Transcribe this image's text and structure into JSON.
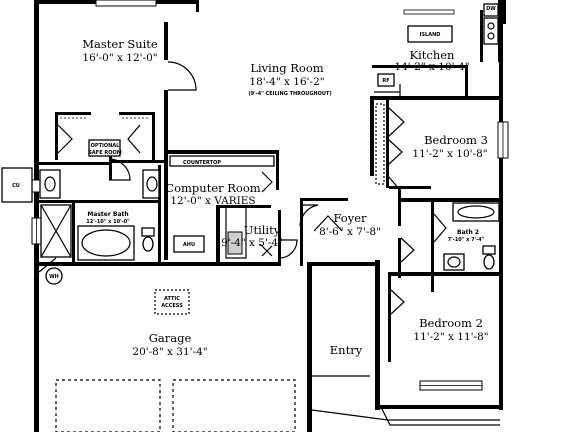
{
  "rooms": {
    "master_suite": {
      "name": "Master Suite",
      "dims": "16'-0\" x 12'-0\""
    },
    "living_room": {
      "name": "Living Room",
      "dims": "18'-4\" x 16'-2\"",
      "note": "(9'-4\" CEILING THROUGHOUT)"
    },
    "kitchen": {
      "name": "Kitchen",
      "dims": "14'-2\" x 10'-4\""
    },
    "bedroom3": {
      "name": "Bedroom 3",
      "dims": "11'-2\" x 10'-8\""
    },
    "computer_room": {
      "name": "Computer Room",
      "dims": "12'-0\" x VARIES"
    },
    "master_bath": {
      "name": "Master Bath",
      "dims": "12'-10\" x 10'-0\""
    },
    "utility": {
      "name": "Utility",
      "dims": "9'-4\" x 5'-4\""
    },
    "foyer": {
      "name": "Foyer",
      "dims": "8'-6\" x 7'-8\""
    },
    "bath2": {
      "name": "Bath 2",
      "dims": "7'-10\" x 7'-4\""
    },
    "garage": {
      "name": "Garage",
      "dims": "20'-8\" x 31'-4\""
    },
    "entry": {
      "name": "Entry"
    },
    "bedroom2": {
      "name": "Bedroom 2",
      "dims": "11'-2\" x 11'-8\""
    }
  },
  "labels": {
    "island": "ISLAND",
    "dw": "DW",
    "rf": "RF",
    "safe_room": [
      "OPTIONAL",
      "SAFE ROOM"
    ],
    "countertop": "COUNTERTOP",
    "ahu": "AHU",
    "attic_access": [
      "ATTIC",
      "ACCESS"
    ],
    "cu": "CU",
    "wh": "WH"
  }
}
